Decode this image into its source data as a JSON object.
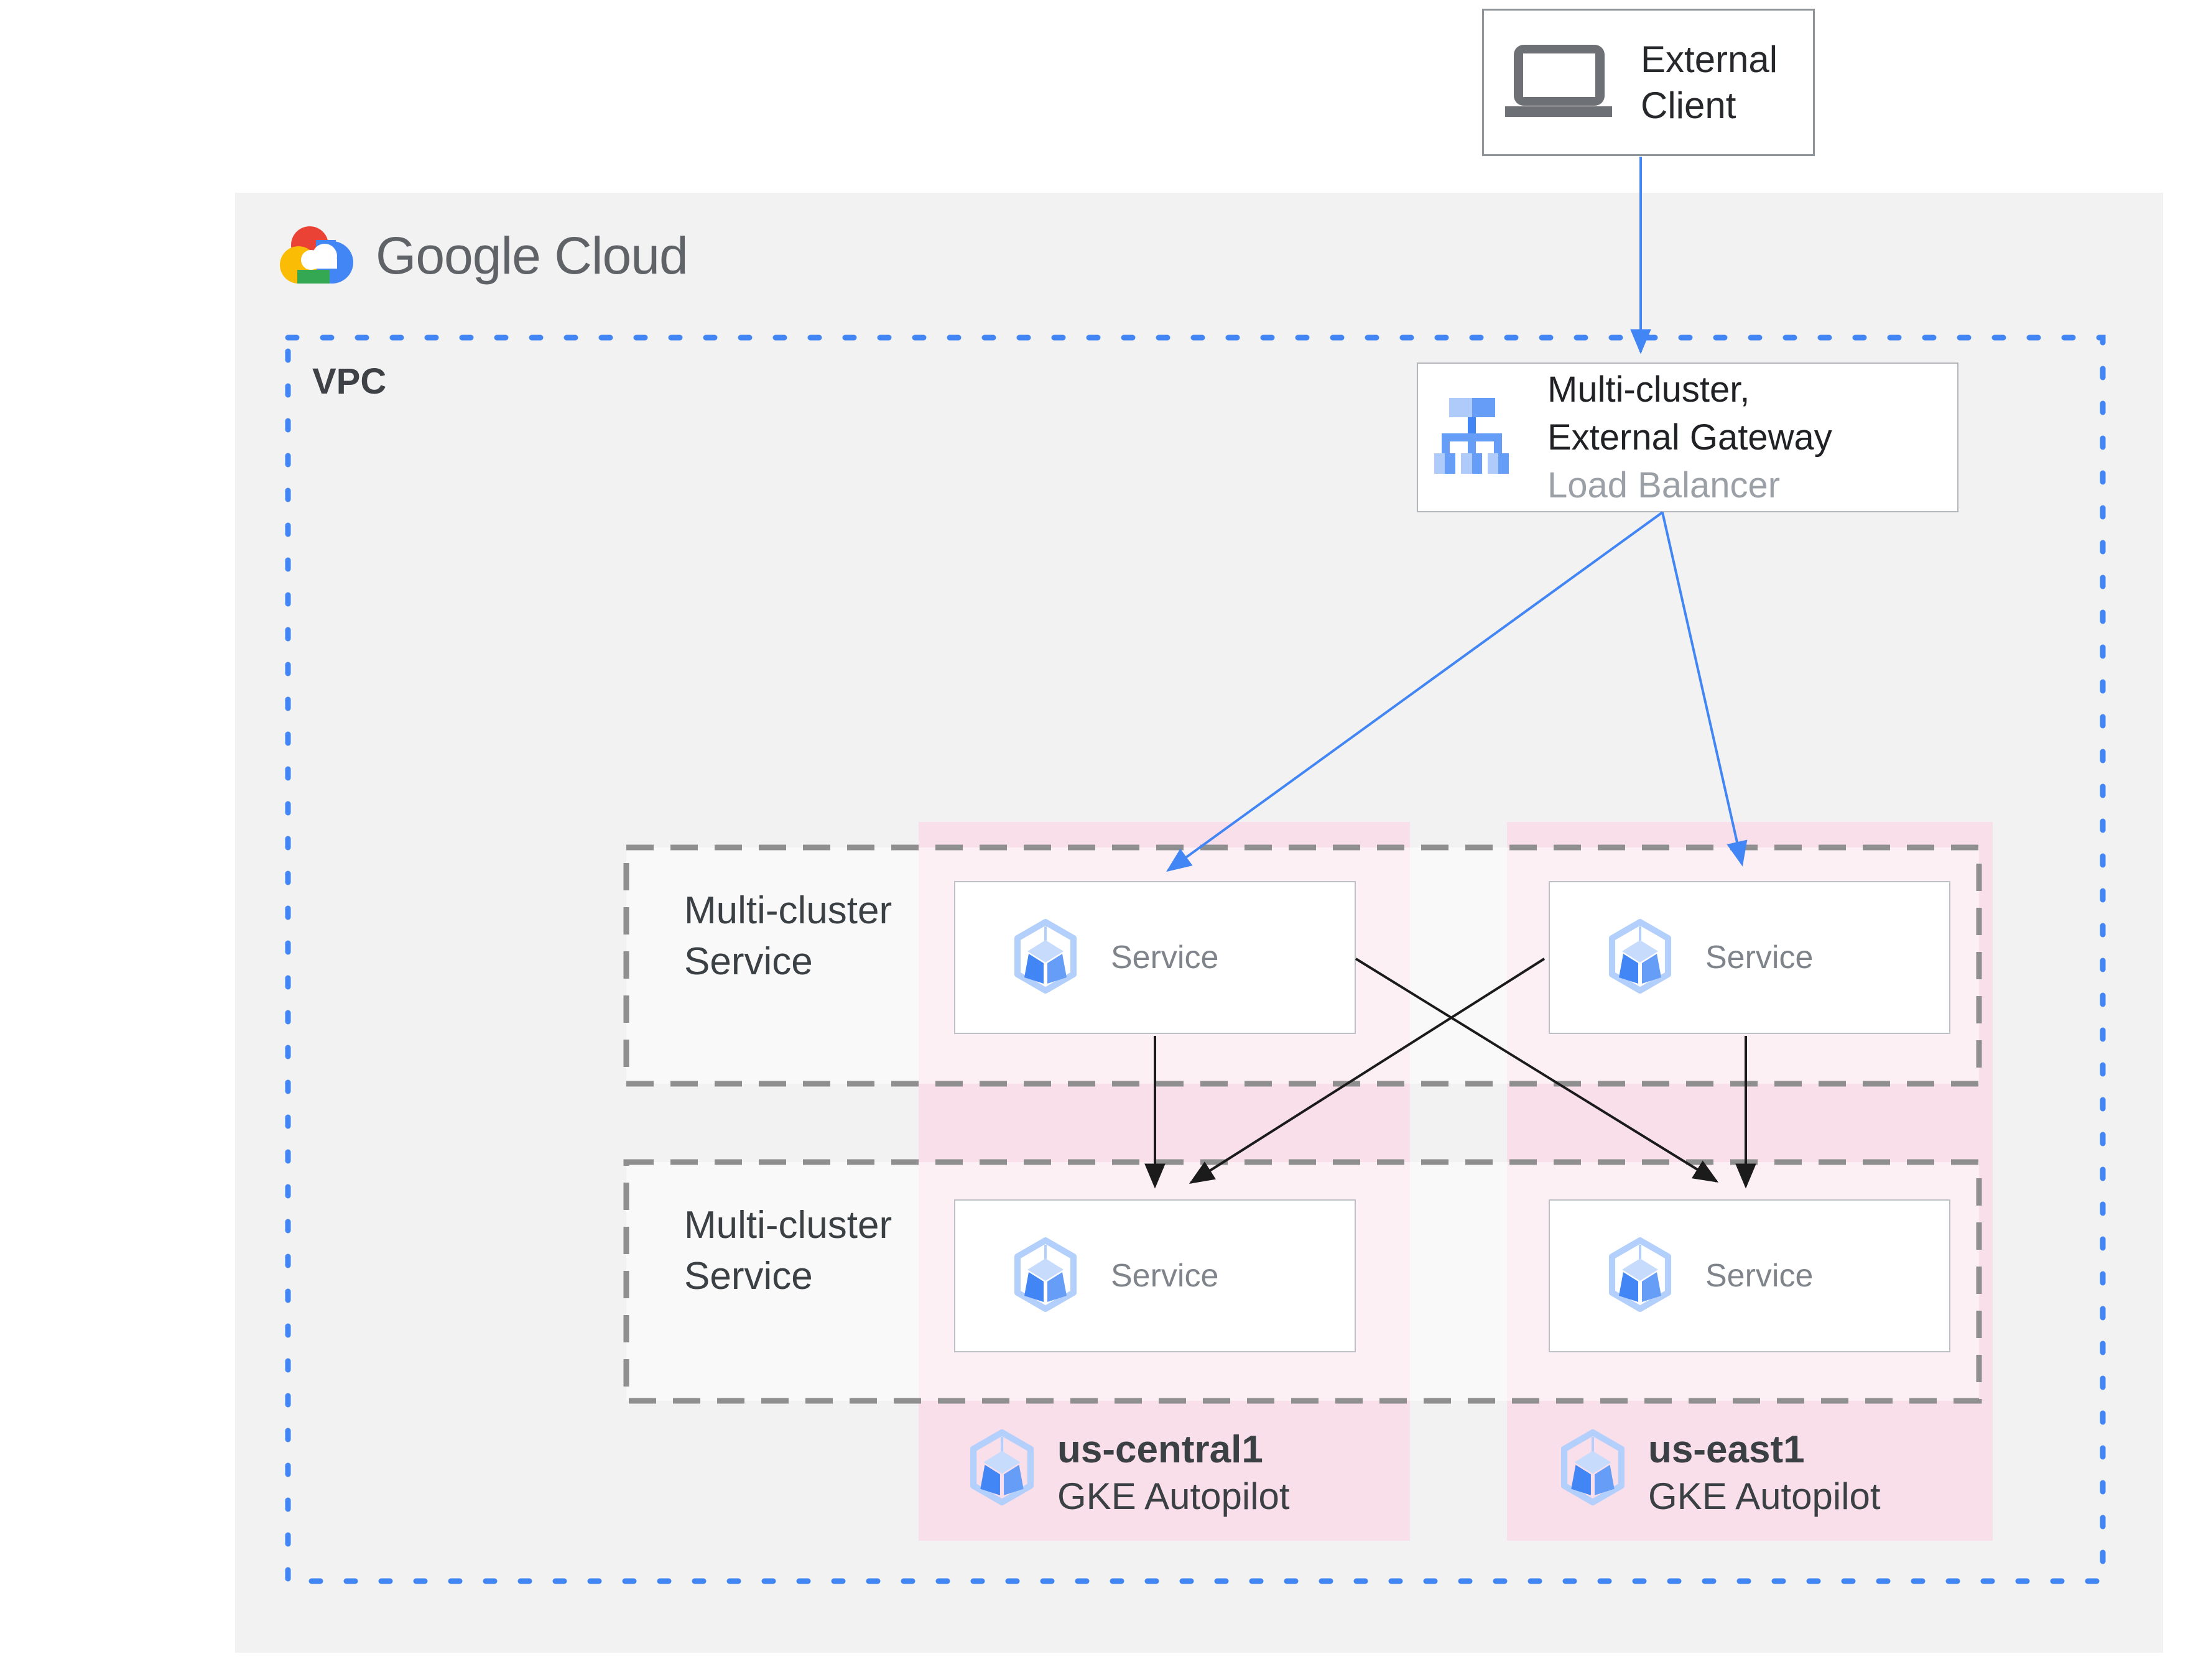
{
  "logo": {
    "text": "Google Cloud"
  },
  "external_client": {
    "line1": "External",
    "line2": "Client"
  },
  "vpc": {
    "label": "VPC"
  },
  "load_balancer": {
    "line1": "Multi-cluster,",
    "line2": "External Gateway",
    "line3": "Load Balancer"
  },
  "row1_label": {
    "line1": "Multi-cluster",
    "line2": "Service"
  },
  "row2_label": {
    "line1": "Multi-cluster",
    "line2": "Service"
  },
  "services": {
    "row1_left": "Service",
    "row1_right": "Service",
    "row2_left": "Service",
    "row2_right": "Service"
  },
  "clusters": {
    "left": {
      "name": "us-central1",
      "platform": "GKE Autopilot"
    },
    "right": {
      "name": "us-east1",
      "platform": "GKE Autopilot"
    }
  },
  "icons": {
    "logo": "google-cloud-logo-icon",
    "client": "laptop-icon",
    "load_balancer": "load-balancer-icon",
    "service": "gke-service-icon",
    "cluster": "gke-cluster-icon"
  },
  "colors": {
    "accent_blue": "#4285f4",
    "panel_gray": "#f2f2f2",
    "pink_region": "#f9dfe9",
    "dashed_border": "#8f8f8f",
    "black_arrow": "#1b1b1b",
    "muted_text": "#9aa0a6",
    "dark_text": "#202124",
    "logo_red": "#EA4335",
    "logo_yellow": "#FBBC05",
    "logo_green": "#34A853"
  }
}
